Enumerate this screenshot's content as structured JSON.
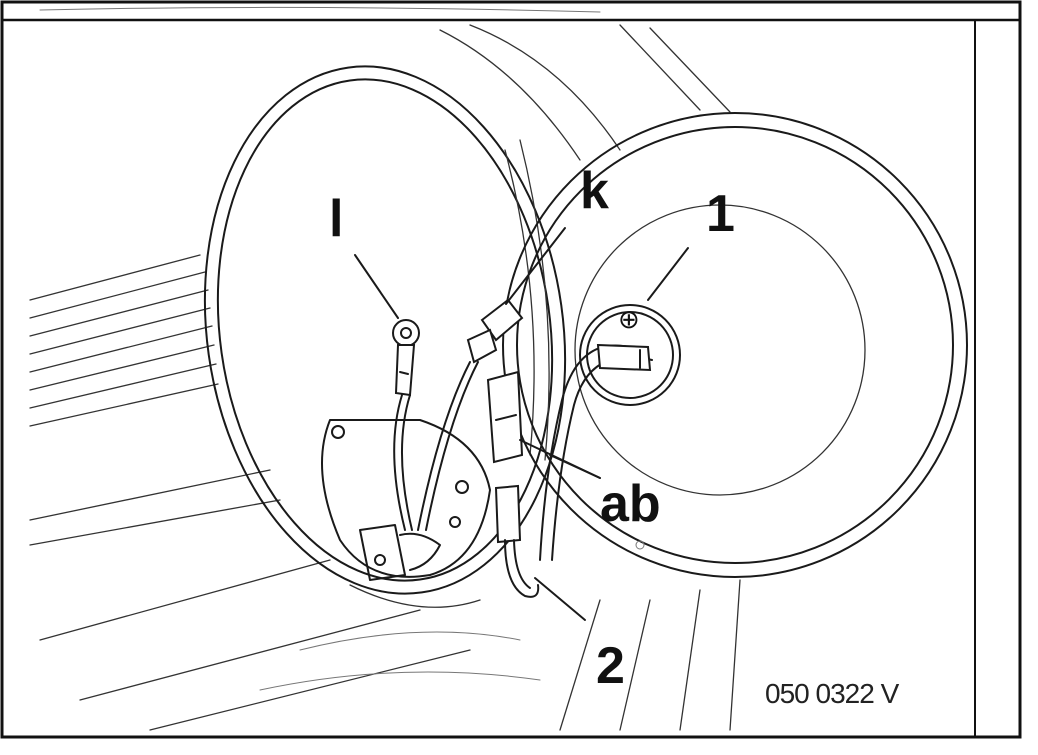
{
  "callouts": {
    "l": "l",
    "k": "k",
    "one": "1",
    "ab": "ab",
    "two": "2"
  },
  "terminal_symbol": "⊕",
  "figure_ref": "050 0322 V",
  "colors": {
    "ink": "#1a1a1a",
    "background": "#ffffff"
  }
}
